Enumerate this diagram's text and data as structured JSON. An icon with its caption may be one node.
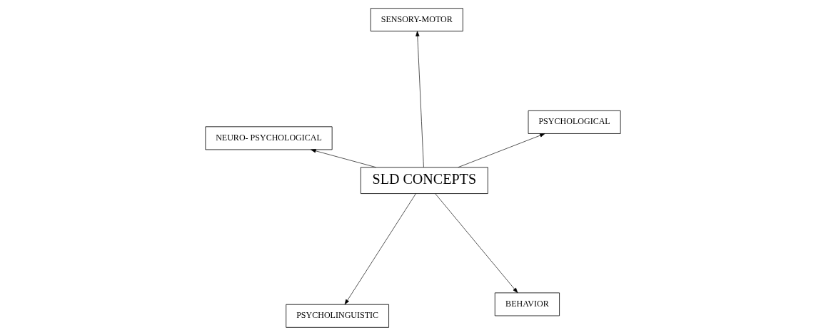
{
  "diagram": {
    "nodes": [
      {
        "text": [
          "SLD CONCEPTS"
        ]
      },
      {
        "text": [
          "BEHAVIOR"
        ]
      },
      {
        "text": [
          "PSYCHOLINGUISTIC"
        ]
      },
      {
        "text": [
          "NEURO- PSYCHOLOGICAL"
        ]
      },
      {
        "text": [
          "PSYCHOLOGICAL"
        ]
      },
      {
        "text": [
          "SENSORY-MOTOR"
        ]
      }
    ],
    "edges": [
      {
        "from": 0,
        "to": 1,
        "arrow": "to"
      },
      {
        "from": 0,
        "to": 2,
        "arrow": "to"
      },
      {
        "from": 0,
        "to": 3,
        "arrow": "to"
      },
      {
        "from": 0,
        "to": 4,
        "arrow": "to"
      },
      {
        "from": 0,
        "to": 5,
        "arrow": "to"
      }
    ]
  }
}
